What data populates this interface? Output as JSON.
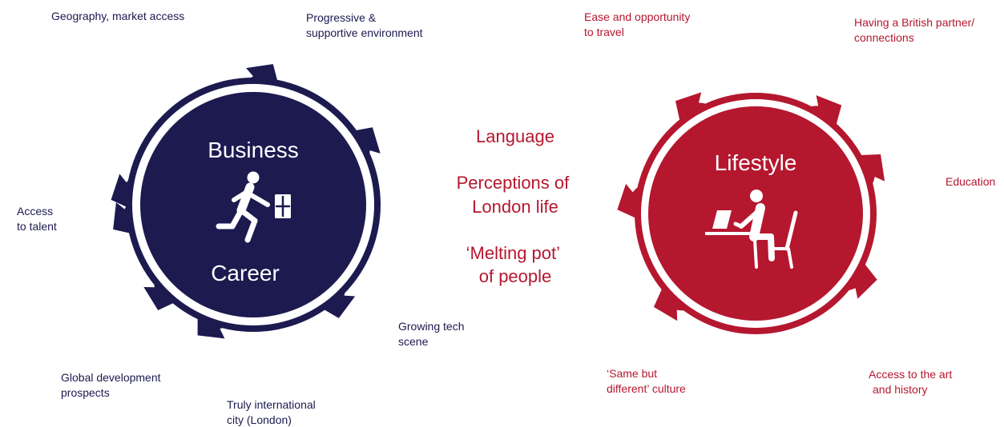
{
  "colors": {
    "navy": "#1c1a4f",
    "crimson": "#b5172f",
    "white": "#ffffff"
  },
  "business": {
    "title_top": "Business",
    "title_bottom": "Career",
    "icon": "running-man-with-briefcase-icon",
    "labels": {
      "geography_line1": "Geography, market access",
      "progressive_line1": "Progressive &",
      "progressive_line2": "supportive environment",
      "talent_line1": "Access",
      "talent_line2": "to talent",
      "tech_line1": "Growing tech",
      "tech_line2": "scene",
      "global_line1": "Global development",
      "global_line2": "prospects",
      "intl_line1": "Truly international",
      "intl_line2": "city (London)"
    }
  },
  "middle": {
    "language": "Language",
    "perceptions_line1": "Perceptions of",
    "perceptions_line2": "London life",
    "melting_line1": "‘Melting pot’",
    "melting_line2": "of people"
  },
  "lifestyle": {
    "title": "Lifestyle",
    "icon": "person-at-laptop-icon",
    "labels": {
      "travel_line1": "Ease and opportunity",
      "travel_line2": "to travel",
      "partner_line1": "Having a British partner/",
      "partner_line2": "connections",
      "education_line1": "Education",
      "culture_line1": "‘Same but",
      "culture_line2": "different’ culture",
      "art_line1": "Access to the art",
      "art_line2": "and history"
    }
  }
}
